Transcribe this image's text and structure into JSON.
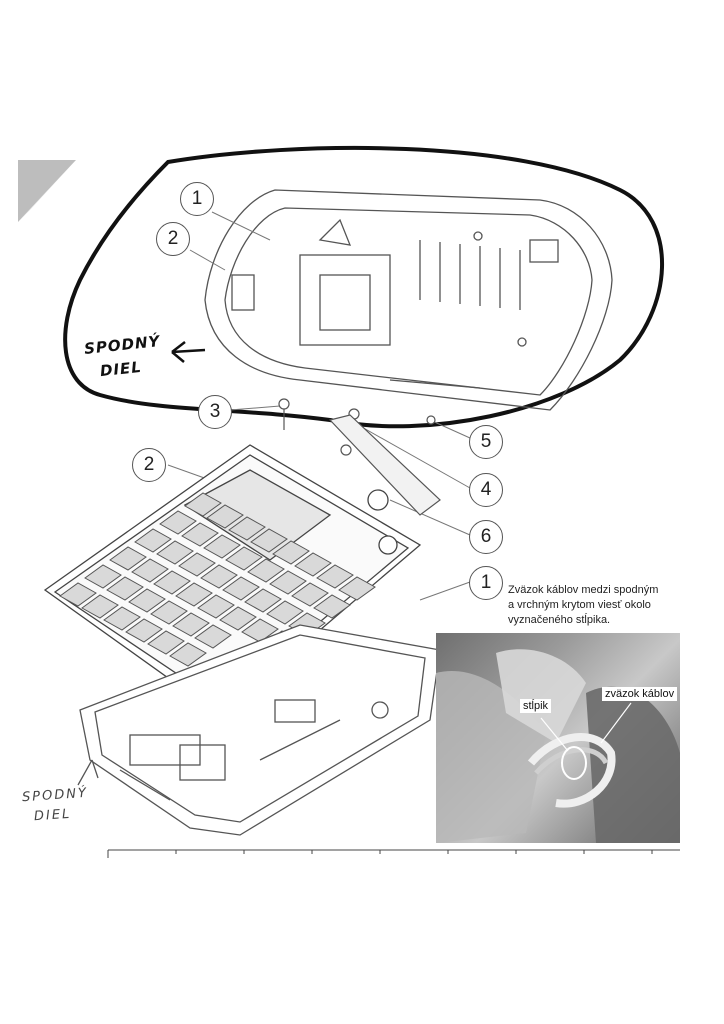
{
  "callouts": {
    "top_1": "1",
    "top_2": "2",
    "mid_3": "3",
    "mid_5": "5",
    "mid_2": "2",
    "mid_4": "4",
    "mid_6": "6",
    "mid_1": "1"
  },
  "handwritten": {
    "top_label_line1": "SPODNÝ",
    "top_label_line2": "DIEL",
    "bottom_label_line1": "SPODNÝ",
    "bottom_label_line2": "DIEL"
  },
  "caption": {
    "line1": "Zväzok káblov medzi spodným",
    "line2": "a vrchným krytom viesť okolo",
    "line3": "vyznačeného stĺpika."
  },
  "photo": {
    "label_post": "stĺpik",
    "label_bundle": "zväzok káblov"
  },
  "colors": {
    "ink": "#111111",
    "line_art": "#555555",
    "key_fill": "#d9d9d9",
    "photo_grey": "#8c8c8c"
  }
}
